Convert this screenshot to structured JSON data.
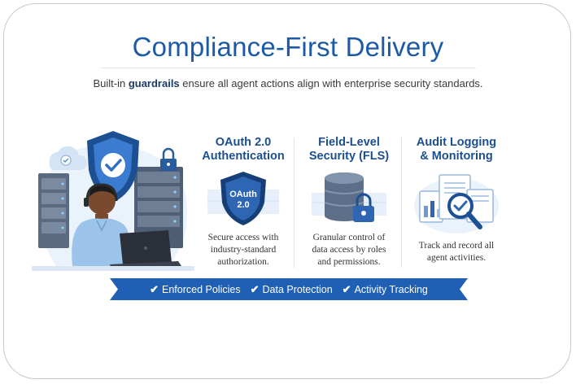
{
  "header": {
    "title": "Compliance-First Delivery",
    "subtitle_pre": "Built-in ",
    "subtitle_bold": "guardrails",
    "subtitle_post": " ensure all agent actions align with enterprise security standards."
  },
  "features": [
    {
      "title_line1": "OAuth 2.0",
      "title_line2": "Authentication",
      "icon_label_1": "OAuth",
      "icon_label_2": "2.0",
      "desc_line1": "Secure access with",
      "desc_line2": "industry-standard",
      "desc_line3": "authorization."
    },
    {
      "title_line1": "Field-Level",
      "title_line2": "Security (FLS)",
      "desc_line1": "Granular control of",
      "desc_line2": "data access by roles",
      "desc_line3": "and permissions."
    },
    {
      "title_line1": "Audit Logging",
      "title_line2": "& Monitoring",
      "desc_line1": "Track and record all",
      "desc_line2": "agent activities."
    }
  ],
  "banner": {
    "items": [
      "Enforced Policies",
      "Data Protection",
      "Activity Tracking"
    ],
    "check_glyph": "✔"
  },
  "colors": {
    "title": "#1d5aa6",
    "banner": "#1f5fb4",
    "accent_dark": "#1b4f8f"
  }
}
